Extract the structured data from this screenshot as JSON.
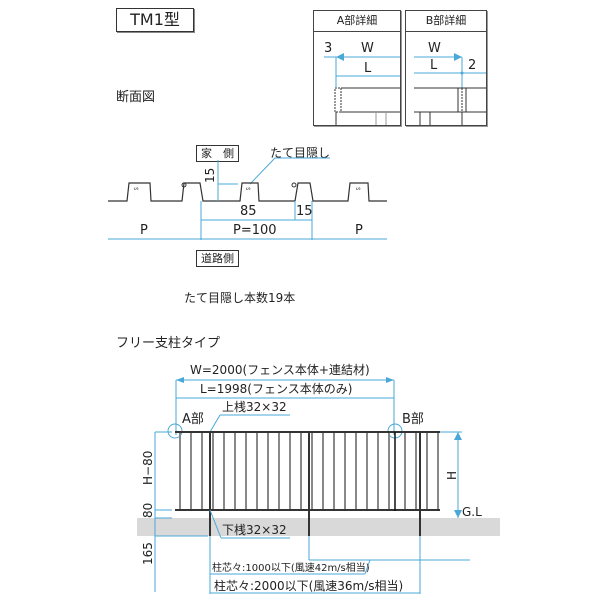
{
  "title": "TM1型",
  "detail_a": {
    "header": "A部詳細",
    "dim_3": "3",
    "dim_w": "W",
    "dim_l": "L"
  },
  "detail_b": {
    "header": "B部詳細",
    "dim_w": "W",
    "dim_l": "L",
    "dim_2": "2"
  },
  "section": {
    "heading": "断面図",
    "house_side": "家　側",
    "road_side": "道路側",
    "slat_label": "たて目隠し",
    "dim_15_vertical": "15",
    "dim_85": "85",
    "dim_15": "15",
    "pitch_left": "P",
    "pitch_center": "P=100",
    "pitch_right": "P",
    "slat_count": "たて目隠し本数19本"
  },
  "elevation": {
    "heading": "フリー支柱タイプ",
    "w_dim": "W=2000(フェンス本体+連結材)",
    "l_dim": "L=1998(フェンス本体のみ)",
    "top_rail": "上桟32×32",
    "bottom_rail": "下桟32×32",
    "part_a": "A部",
    "part_b": "B部",
    "h_minus_80": "H−80",
    "dim_80": "80",
    "dim_165": "165",
    "h": "H",
    "ground_level": "G.L",
    "post_spacing_1000": "柱芯々:1000以下(風速42m/s相当)",
    "post_spacing_2000": "柱芯々:2000以下(風速36m/s相当)"
  },
  "colors": {
    "dimension_blue": "#4aa8d8",
    "ground_gray": "#d9d9d9",
    "line": "#333333"
  }
}
